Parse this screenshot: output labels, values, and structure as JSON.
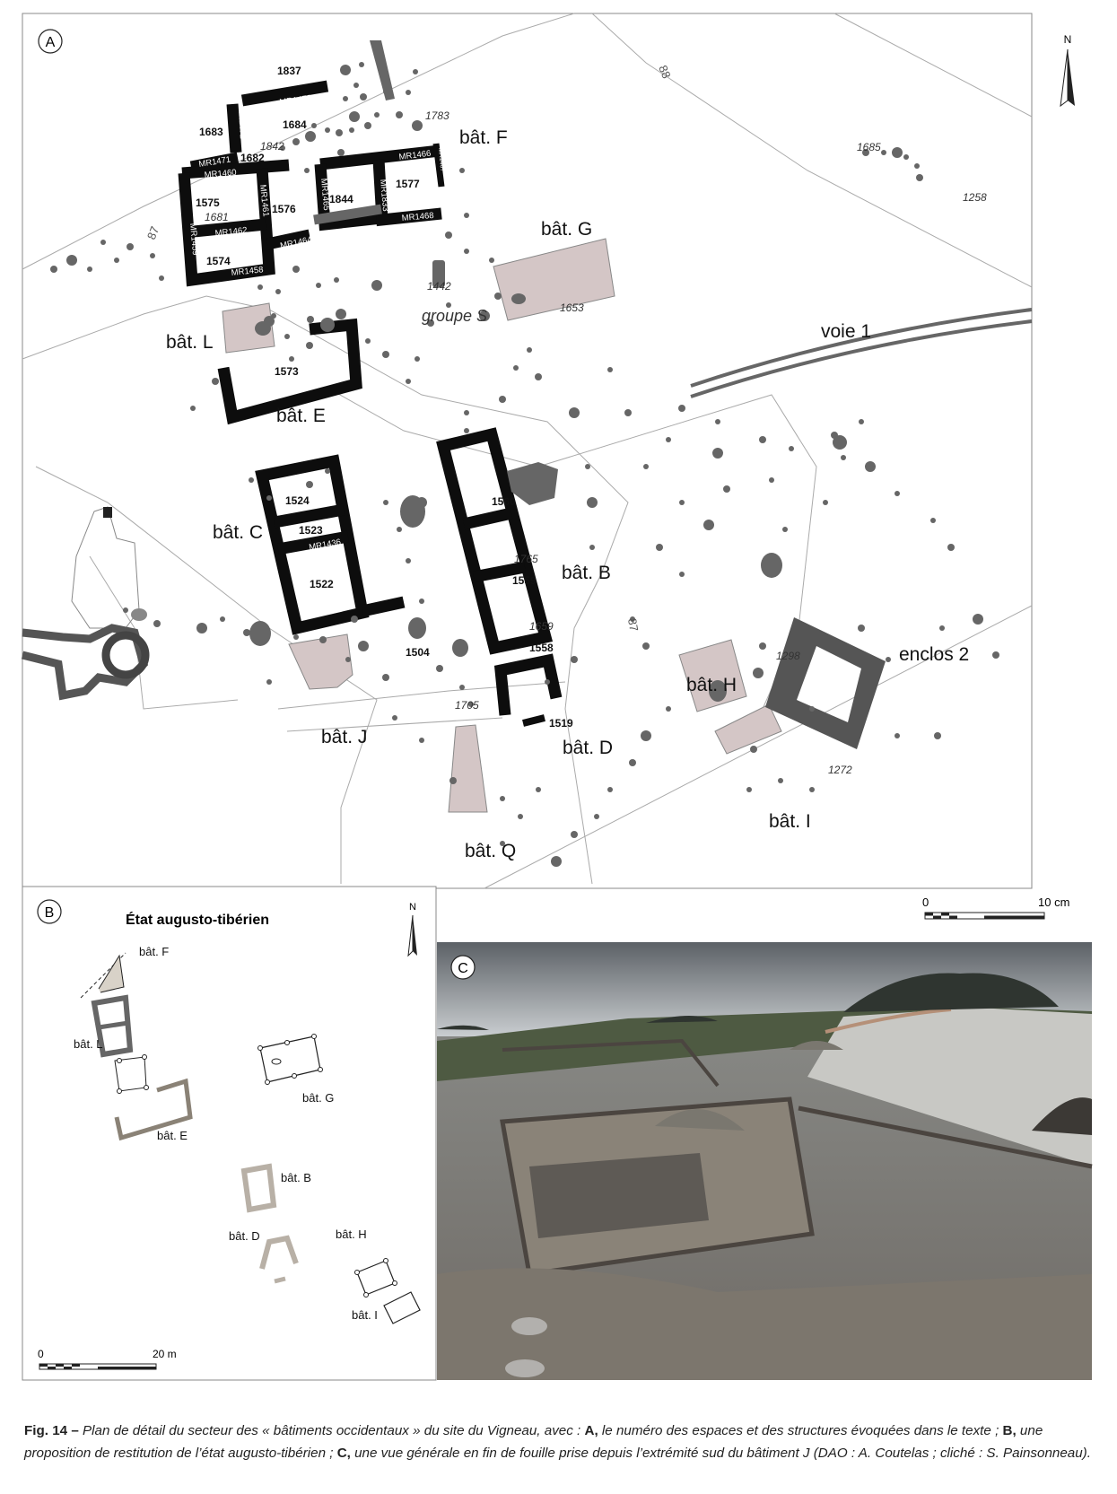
{
  "panel_a": {
    "label": "A",
    "north": "N",
    "scale": {
      "start": "0",
      "end": "10 cm"
    },
    "buildings": [
      "bât. F",
      "bât. G",
      "bât. L",
      "bât. E",
      "bât. C",
      "bât. B",
      "bât. J",
      "bât. D",
      "bât. Q",
      "bât. H",
      "bât. I",
      "enclos 2",
      "voie 1"
    ],
    "group_label": "groupe S",
    "spaces": [
      "1837",
      "1684",
      "1683",
      "1682",
      "1575",
      "1576",
      "1844",
      "1577",
      "1574",
      "1573",
      "1524",
      "1523",
      "1522",
      "1504",
      "1560",
      "1559",
      "1558",
      "1519"
    ],
    "structures": [
      "1783",
      "1842",
      "1681",
      "1442",
      "1653",
      "1765",
      "1659",
      "1705",
      "1298",
      "1272",
      "1685",
      "1258"
    ],
    "walls": [
      "MR1473",
      "MR1472",
      "MR1471",
      "MR1460",
      "MR1461",
      "MR1459",
      "MR1462",
      "MR1458",
      "MR1464",
      "MR1465",
      "MR1833",
      "MR1466",
      "MR1468",
      "MR1467",
      "MR1436"
    ],
    "contours": [
      "88",
      "87",
      "87"
    ]
  },
  "panel_b": {
    "label": "B",
    "title": "État augusto-tibérien",
    "north": "N",
    "buildings": [
      "bât. F",
      "bât. L",
      "bât. G",
      "bât. E",
      "bât. B",
      "bât. D",
      "bât. H",
      "bât. I"
    ],
    "scale": {
      "start": "0",
      "end": "20 m"
    }
  },
  "panel_c": {
    "label": "C"
  },
  "caption": {
    "fig": "Fig. 14 –",
    "t1": " Plan de détail du secteur des « bâtiments occidentaux » du site du Vigneau, avec : ",
    "a": "A,",
    "t2": " le numéro des espaces et des structures évoquées dans le texte ; ",
    "b": "B,",
    "t3": " une proposition de restitution de l’état augusto-tibérien ; ",
    "c": "C,",
    "t4": " une vue générale en fin de fouille prise depuis l’extrémité sud du bâtiment J (DAO : A. Coutelas ; cliché : S. Painsonneau)."
  }
}
